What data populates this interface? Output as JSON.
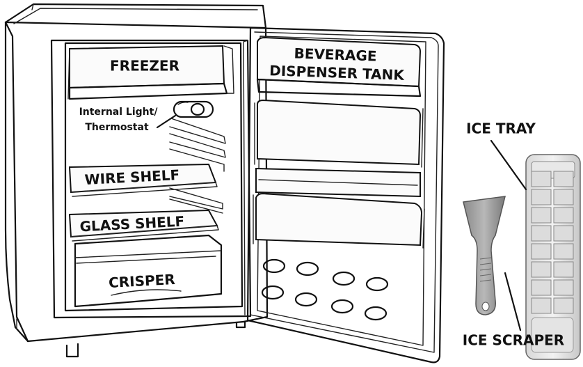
{
  "labels": {
    "freezer": "FREEZER",
    "beverage_line1": "BEVERAGE",
    "beverage_line2": "DISPENSER TANK",
    "internal_light_line1": "Internal Light/",
    "internal_light_line2": "Thermostat",
    "wire_shelf": "WIRE SHELF",
    "glass_shelf": "GLASS SHELF",
    "crisper": "CRISPER",
    "ice_tray": "ICE TRAY",
    "ice_scraper": "ICE SCRAPER"
  }
}
